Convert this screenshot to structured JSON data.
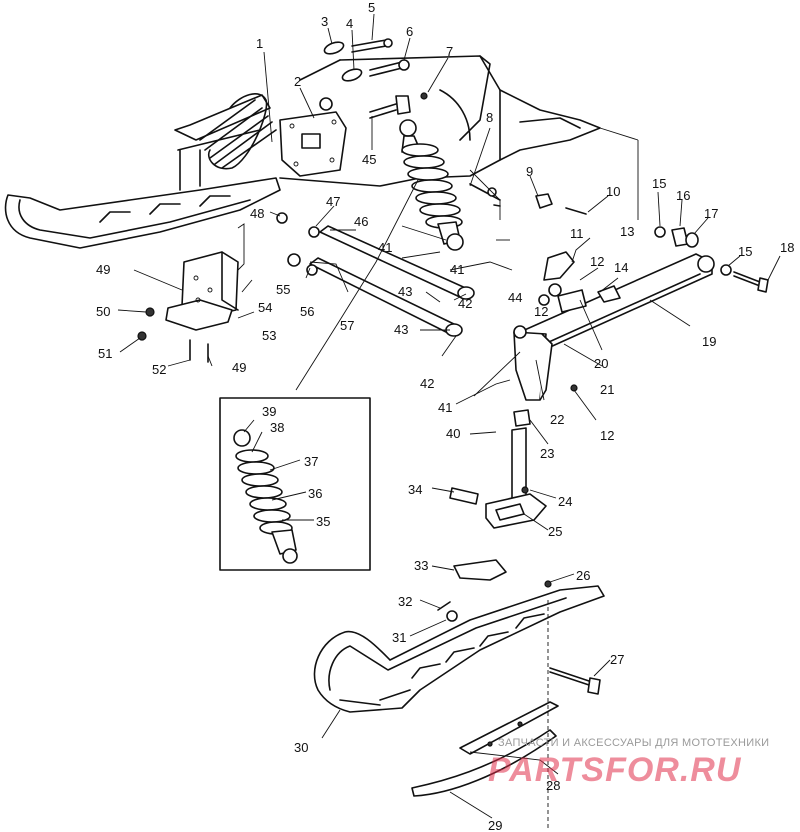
{
  "callouts": [
    "1",
    "2",
    "3",
    "4",
    "5",
    "6",
    "7",
    "8",
    "9",
    "10",
    "11",
    "12",
    "13",
    "14",
    "15",
    "16",
    "17",
    "18",
    "19",
    "20",
    "21",
    "22",
    "23",
    "24",
    "25",
    "26",
    "27",
    "28",
    "29",
    "30",
    "31",
    "32",
    "33",
    "34",
    "35",
    "36",
    "37",
    "38",
    "39",
    "40",
    "41",
    "42",
    "43",
    "44",
    "45",
    "46",
    "47",
    "48",
    "49",
    "50",
    "51",
    "52",
    "53",
    "54",
    "55",
    "56",
    "57"
  ],
  "watermark": {
    "text": "ЗАПЧАСТИ И АКСЕССУАРЫ ДЛЯ МОТОТЕХНИКИ",
    "logo": "PARTSFOR.RU",
    "color": "#e0304a"
  }
}
